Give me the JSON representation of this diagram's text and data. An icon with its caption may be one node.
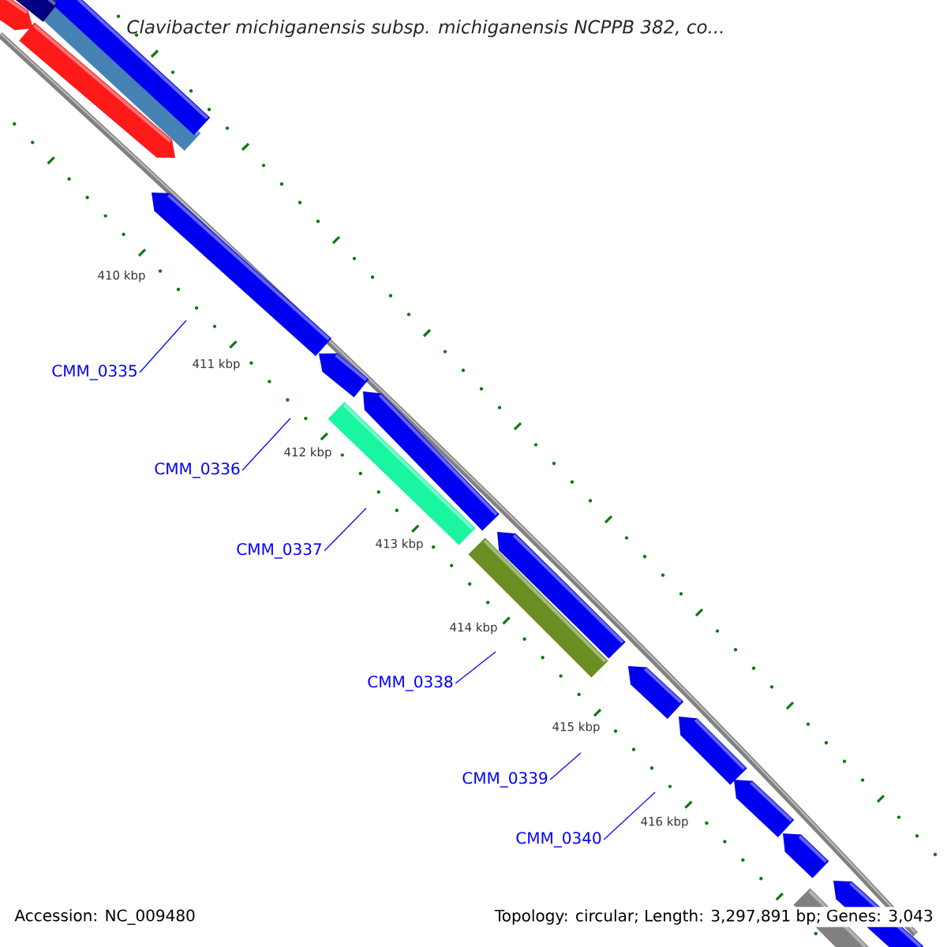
{
  "diagram": {
    "title": "Clavibacter michiganensis subsp. michiganensis NCPPB 382, co...",
    "nodes": [
      {
        "text": [
          "CMM_0335"
        ]
      },
      {
        "text": [
          "CMM_0336"
        ]
      },
      {
        "text": [
          "CMM_0337"
        ]
      },
      {
        "text": [
          "CMM_0338"
        ]
      },
      {
        "text": [
          "CMM_0339"
        ]
      },
      {
        "text": [
          "CMM_0340"
        ]
      }
    ],
    "edges": [
      {
        "from": 0,
        "to": null,
        "arrow": "none"
      },
      {
        "from": 1,
        "to": null,
        "arrow": "none"
      },
      {
        "from": 2,
        "to": null,
        "arrow": "none"
      },
      {
        "from": 3,
        "to": null,
        "arrow": "none"
      },
      {
        "from": 4,
        "to": null,
        "arrow": "none"
      },
      {
        "from": 5,
        "to": null,
        "arrow": "none"
      }
    ],
    "labels": [
      "410 kbp",
      "411 kbp",
      "412 kbp",
      "413 kbp",
      "414 kbp",
      "415 kbp",
      "416 kbp",
      "Accession: NC_009480",
      "Topology: circular; Length: 3,297,891 bp; Genes: 3,043"
    ]
  }
}
